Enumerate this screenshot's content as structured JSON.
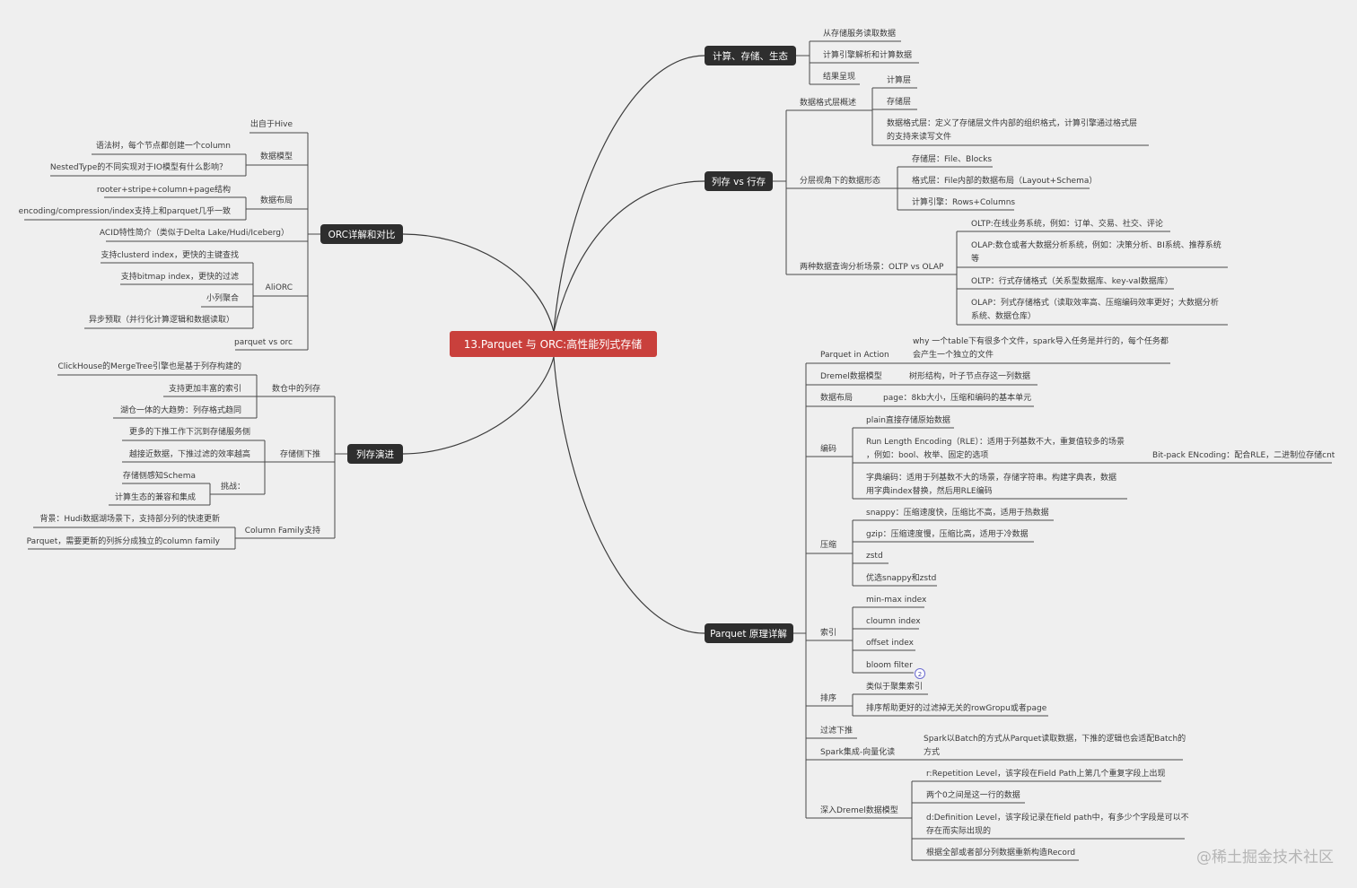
{
  "root": "13.Parquet 与 ORC:高性能列式存储",
  "branches": {
    "b1": "计算、存储、生态",
    "b2": "列存 vs 行存",
    "b3": "Parquet 原理详解",
    "b4": "ORC详解和对比",
    "b5": "列存演进"
  },
  "nodes": {
    "n1": "从存储服务读取数据",
    "n2": "计算引擎解析和计算数据",
    "n3": "结果呈现",
    "n4": "数据格式层概述",
    "n5": "计算层",
    "n6": "存储层",
    "n7a": "数据格式层：定义了存储层文件内部的组织格式，计算引擎通过格式层",
    "n7b": "的支持来读写文件",
    "n8": "分层视角下的数据形态",
    "n9": "存储层：File、Blocks",
    "n10": "格式层：File内部的数据布局（Layout+Schema）",
    "n11": "计算引擎：Rows+Columns",
    "n12": "两种数据查询分析场景：OLTP vs OLAP",
    "n13": "OLTP:在线业务系统，例如：订单、交易、社交、评论",
    "n14a": "OLAP:数仓或者大数据分析系统，例如：决策分析、BI系统、推荐系统",
    "n14b": "等",
    "n15": "OLTP：行式存储格式（关系型数据库、key-val数据库）",
    "n16a": "OLAP：列式存储格式（读取效率高、压缩编码效率更好；大数据分析",
    "n16b": "系统、数据仓库）",
    "p1": "Parquet in Action",
    "p1ca": "why 一个table下有很多个文件，spark导入任务是并行的，每个任务都",
    "p1cb": "会产生一个独立的文件",
    "p2": "Dremel数据模型",
    "p2c": "树形结构，叶子节点存这一列数据",
    "p3": "数据布局",
    "p3c": "page：8kb大小，压缩和编码的基本单元",
    "p4": "编码",
    "p4a": "plain直接存储原始数据",
    "p4ba": "Run Length Encoding（RLE）：适用于列基数不大，重复值较多的场景",
    "p4bb": "，例如：bool、枚举、固定的选项",
    "p4bc": "Bit-pack ENcoding：配合RLE，二进制位存储cnt",
    "p4ca": "字典编码：适用于列基数不大的场景，存储字符串。构建字典表，数据",
    "p4cb": "用字典index替换，然后用RLE编码",
    "p5": "压缩",
    "p5a": "snappy：压缩速度快，压缩比不高，适用于热数据",
    "p5b": "gzip：压缩速度慢，压缩比高，适用于冷数据",
    "p5c": "zstd",
    "p5d": "优选snappy和zstd",
    "p6": "索引",
    "p6a": "min-max index",
    "p6b": "cloumn index",
    "p6c": "offset index",
    "p6d": "bloom filter",
    "p6badge": "2",
    "p7": "排序",
    "p7a": "类似于聚集索引",
    "p7b": "排序帮助更好的过滤掉无关的rowGropu或者page",
    "p8": "过滤下推",
    "p9": "Spark集成-向量化读",
    "p9ca": "Spark以Batch的方式从Parquet读取数据，下推的逻辑也会适配Batch的",
    "p9cb": "方式",
    "p10": "深入Dremel数据模型",
    "p10a": "r:Repetition Level，该字段在Field Path上第几个重复字段上出现",
    "p10b": "两个0之间是这一行的数据",
    "p10ca": "d:Definition Level，该字段记录在field path中，有多少个字段是可以不",
    "p10cb": "存在而实际出现的",
    "p10d": "根据全部或者部分列数据重新构造Record",
    "o1": "出自于Hive",
    "o2": "数据模型",
    "o2a": "语法树，每个节点都创建一个column",
    "o2b": "NestedType的不同实现对于IO模型有什么影响？",
    "o3": "数据布局",
    "o3a": "rooter+stripe+column+page结构",
    "o3b": "encoding/compression/index支持上和parquet几乎一致",
    "o4": "ACID特性简介（类似于Delta Lake/Hudi/Iceberg）",
    "o5": "AliORC",
    "o5a": "支持clusterd index，更快的主键查找",
    "o5b": "支持bitmap index，更快的过滤",
    "o5c": "小列聚合",
    "o5d": "异步预取（并行化计算逻辑和数据读取）",
    "o6": "parquet vs orc",
    "e1": "数仓中的列存",
    "e1a": "ClickHouse的MergeTree引擎也是基于列存构建的",
    "e1b": "支持更加丰富的索引",
    "e1c": "湖仓一体的大趋势：列存格式趋同",
    "e2": "存储侧下推",
    "e2a": "更多的下推工作下沉到存储服务侧",
    "e2b": "越接近数据，下推过滤的效率越高",
    "e2c": "挑战：",
    "e2ca": "存储侧感知Schema",
    "e2cb": "计算生态的兼容和集成",
    "e3": "Column Family支持",
    "e3a": "背景：Hudi数据湖场景下，支持部分列的快速更新",
    "e3b": "Parquet，需要更新的列拆分成独立的column family"
  },
  "watermark": "@稀土掘金技术社区",
  "colors": {
    "background": "#efefef",
    "node": "#2e2e2e",
    "root": "#c9403c",
    "line": "#4a4a4a"
  }
}
